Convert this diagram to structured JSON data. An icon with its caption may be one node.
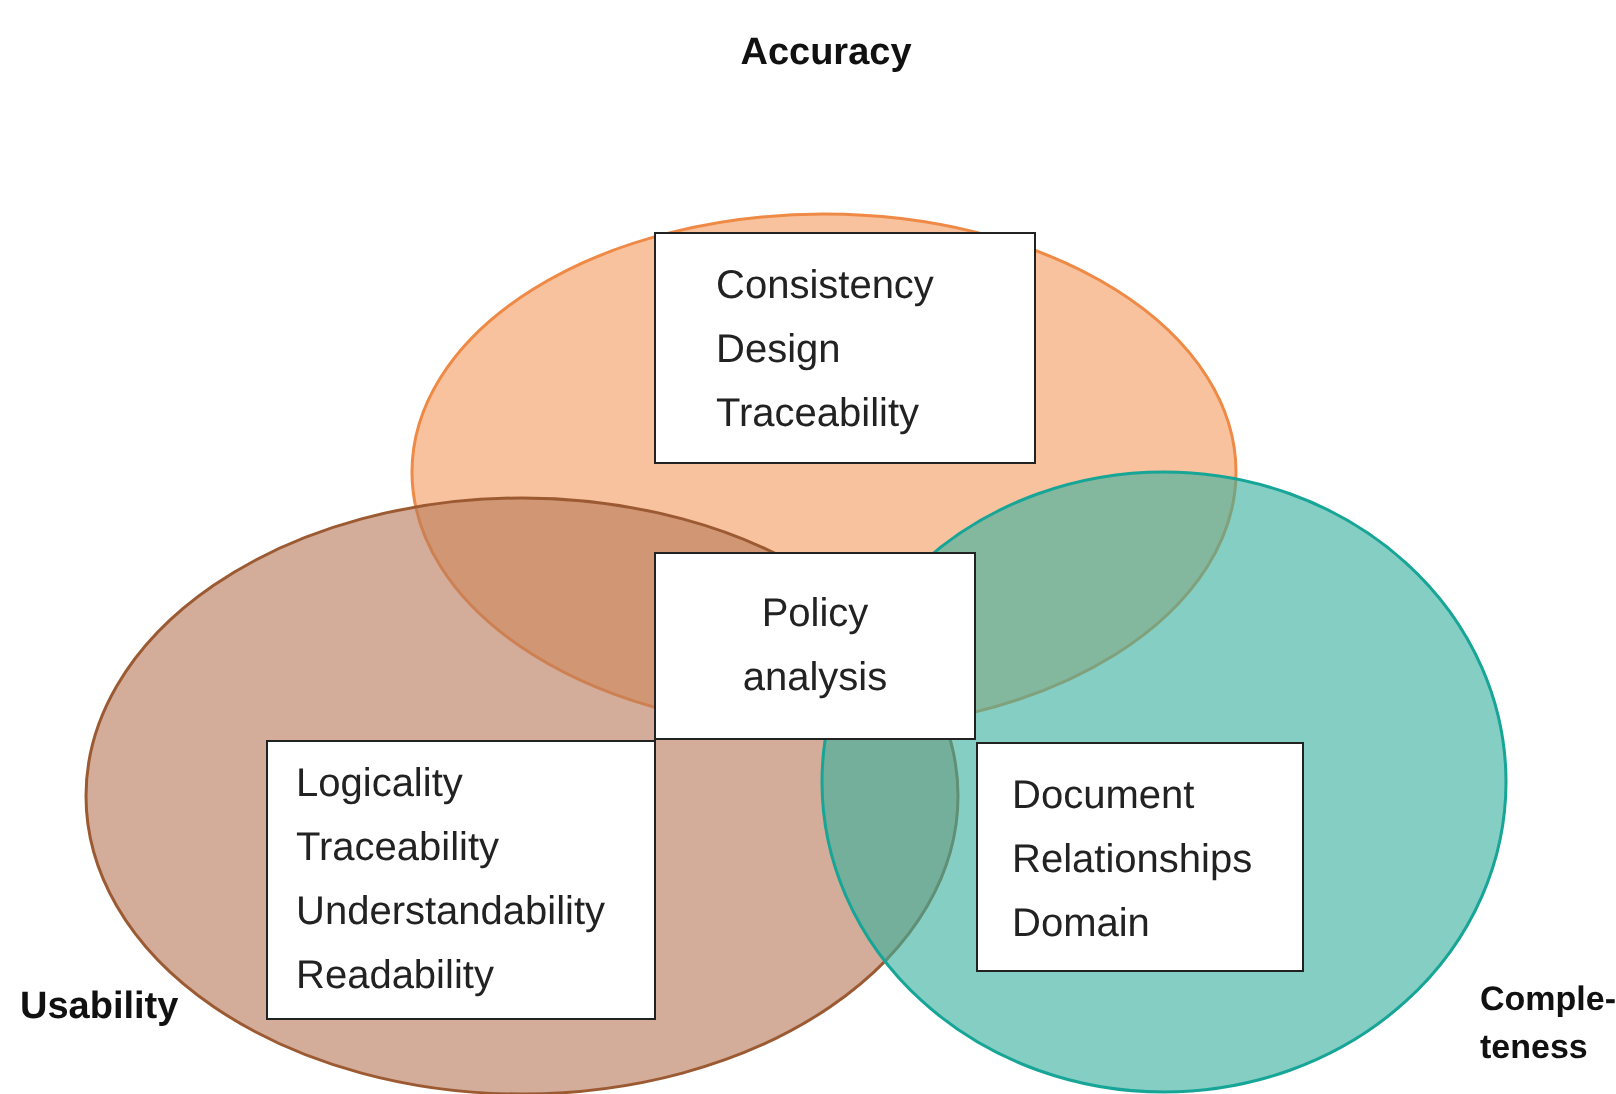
{
  "diagram": {
    "nodes": [
      {
        "text": [
          "Accuracy"
        ]
      },
      {
        "text": [
          "Usability"
        ]
      },
      {
        "text": [
          "Comple-teness"
        ]
      },
      {
        "text": [
          "Consistency",
          "Design",
          "Traceability"
        ],
        "in": 0
      },
      {
        "text": [
          "Policy analysis"
        ]
      },
      {
        "text": [
          "Logicality",
          "Traceability",
          "Understandability",
          "Readability"
        ],
        "in": 1
      },
      {
        "text": [
          "Document",
          "Relationships",
          "Domain"
        ],
        "in": 2
      }
    ],
    "edges": []
  }
}
